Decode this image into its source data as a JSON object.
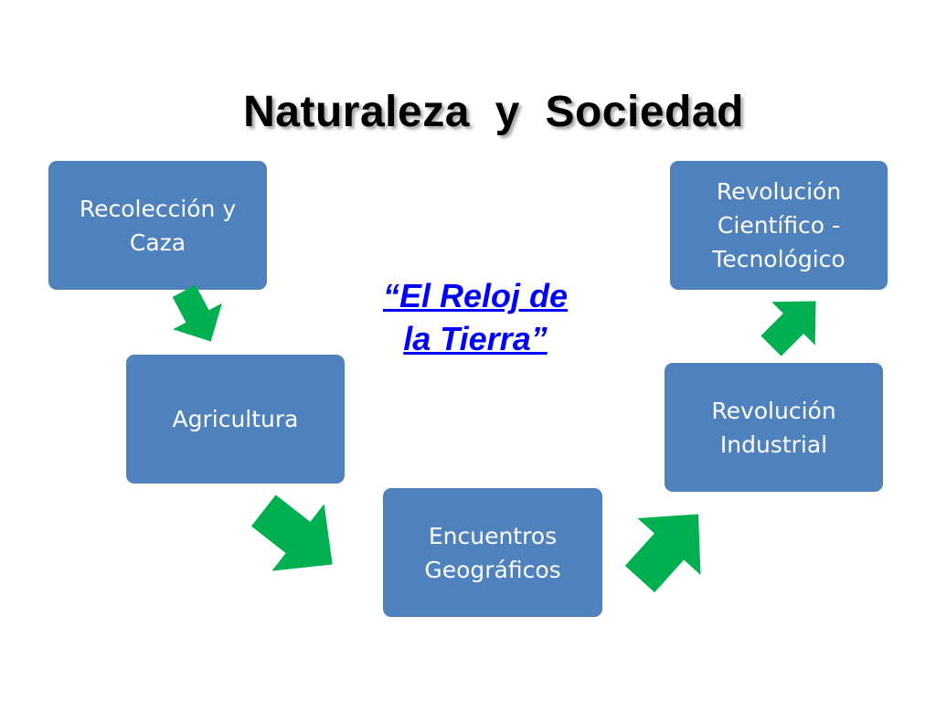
{
  "slide": {
    "title": "Naturaleza  y  Sociedad",
    "subtitle": "“El  Reloj  de\nla  Tierra”"
  },
  "stages": [
    {
      "label": "Recolección y Caza"
    },
    {
      "label": "Agricultura"
    },
    {
      "label": "Encuentros Geográficos"
    },
    {
      "label": "Revolución Industrial"
    },
    {
      "label": "Revolución Científico - Tecnológico"
    }
  ],
  "colors": {
    "box_fill": "#4f81bd",
    "arrow_fill": "#00b050",
    "subtitle_text": "#0000ff",
    "title_text": "#000000"
  },
  "icons": [
    "arrow-right-icon"
  ]
}
